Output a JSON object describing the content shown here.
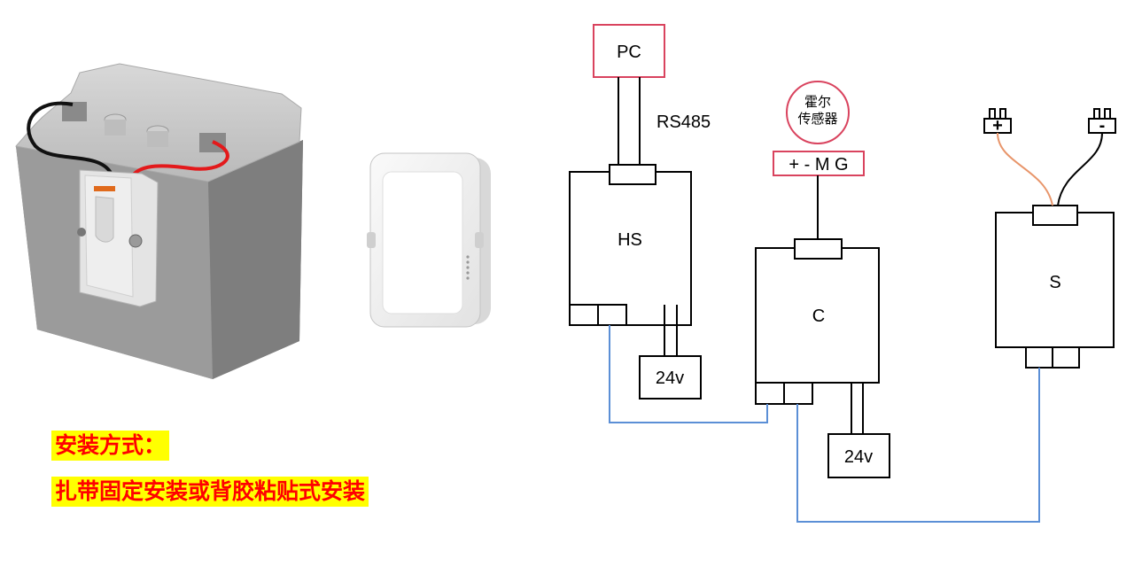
{
  "diagram": {
    "pc_label": "PC",
    "rs485_label": "RS485",
    "hs_label": "HS",
    "c_label": "C",
    "s_label": "S",
    "power_hs_label": "24v",
    "power_c_label": "24v",
    "hall_sensor_line1": "霍尔",
    "hall_sensor_line2": "传感器",
    "hall_pins_label": "+ - M G",
    "battery_plus_label": "+",
    "battery_minus_label": "-",
    "colors": {
      "pink_border": "#d9435e",
      "comm_wire": "#5b8fd6",
      "battery_plus_wire": "#e8956a",
      "battery_minus_wire": "#000000",
      "caption_bg": "#ffff00",
      "caption_text": "#ff0000"
    }
  },
  "captions": {
    "install_title": "安装方式：",
    "install_method": "扎带固定安装或背胶粘贴式安装"
  }
}
